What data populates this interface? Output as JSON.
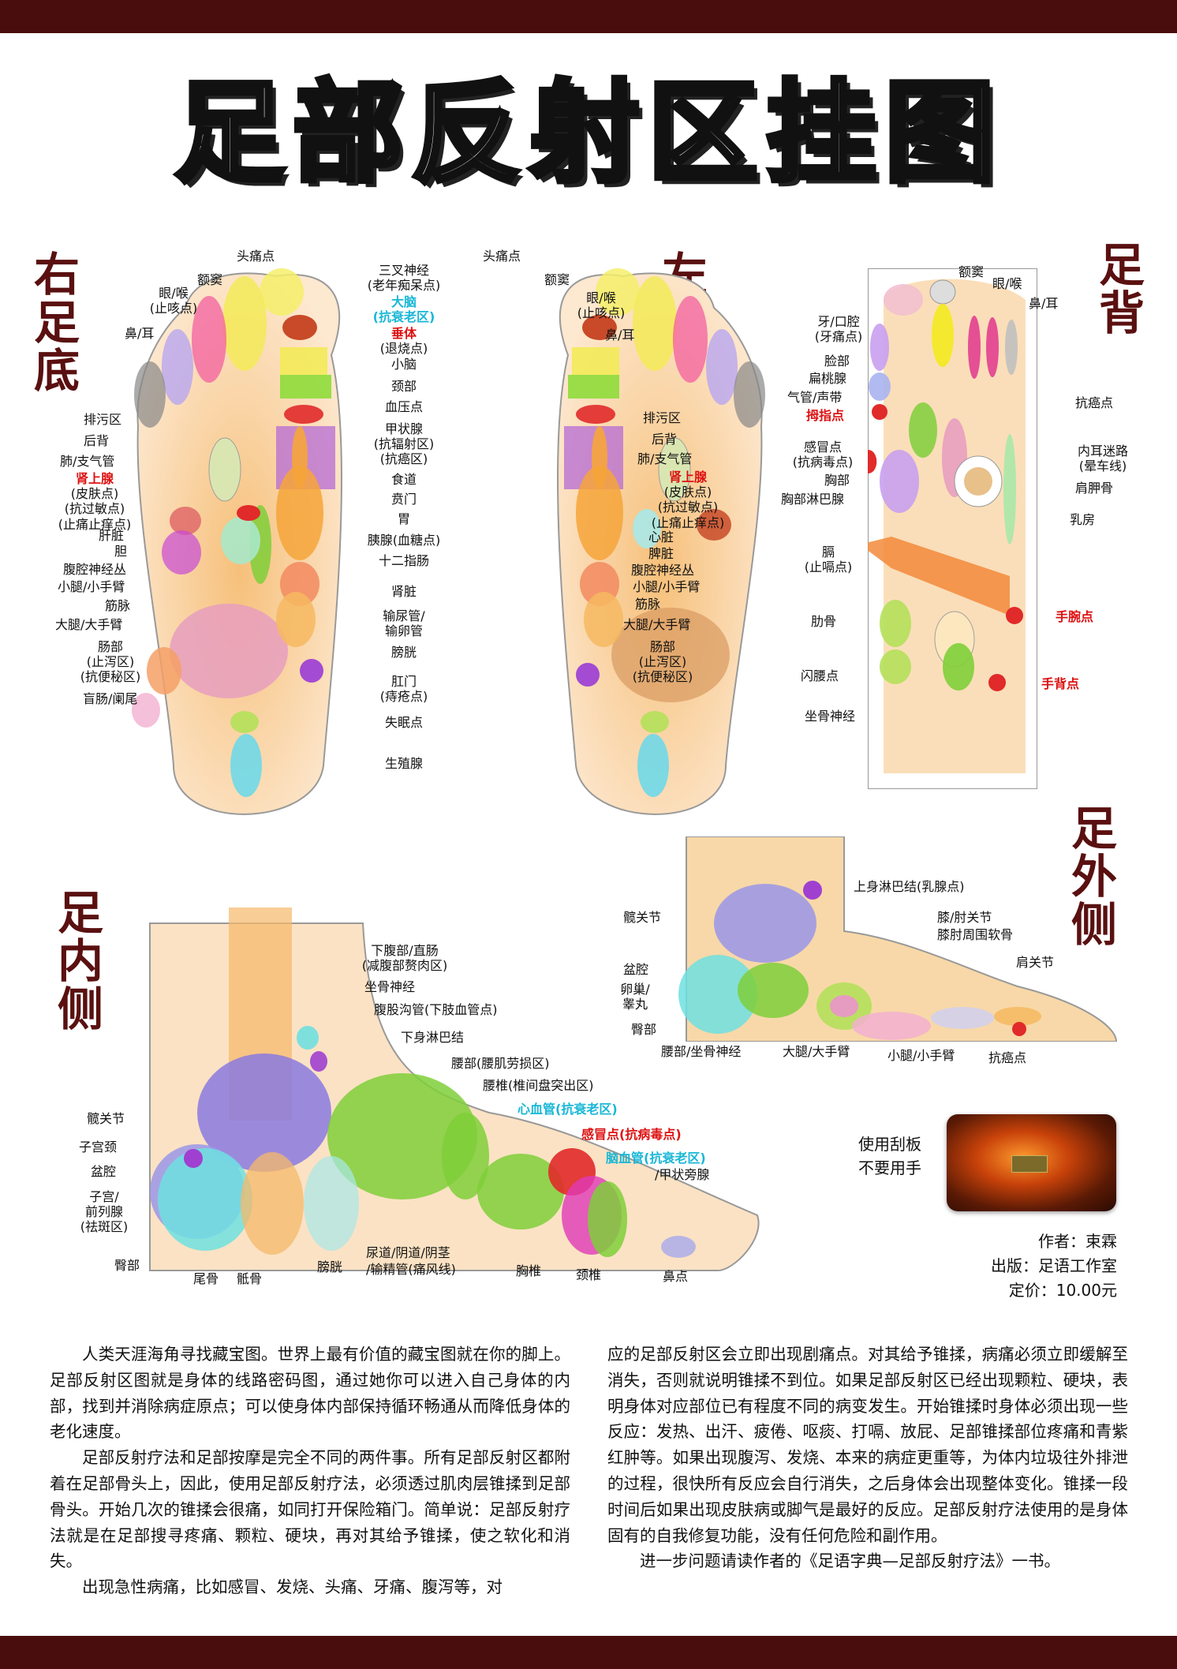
{
  "title": "足部反射区挂图",
  "sections": {
    "right_sole": "右足底",
    "left_sole": "左足底",
    "dorsum": "足背",
    "lateral": "足外侧",
    "medial": "足内侧"
  },
  "sole_center": [
    "三叉神经",
    "(老年痴呆点)",
    "大脑",
    "(抗衰老区)",
    "垂体",
    "(退烧点)",
    "小脑",
    "颈部",
    "血压点",
    "甲状腺",
    "(抗辐射区)",
    "(抗癌区)",
    "食道",
    "贲门",
    "胃",
    "胰腺(血糖点)",
    "十二指肠",
    "肾脏",
    "输尿管/",
    "输卵管",
    "膀胱",
    "肛门",
    "(痔疮点)",
    "失眠点",
    "生殖腺"
  ],
  "right_sole": {
    "top": [
      "头痛点",
      "额窦",
      "眼/喉",
      "(止咳点)",
      "鼻/耳"
    ],
    "side": [
      "排污区",
      "后背",
      "肺/支气管",
      "肾上腺",
      "(皮肤点)",
      "(抗过敏点)",
      "(止痛止痒点)",
      "肝脏",
      "胆",
      "腹腔神经丛",
      "小腿/小手臂",
      "筋脉",
      "大腿/大手臂",
      "肠部",
      "(止泻区)",
      "(抗便秘区)",
      "盲肠/阑尾"
    ]
  },
  "left_sole": {
    "top": [
      "头痛点",
      "额窦",
      "眼/喉",
      "(止咳点)",
      "鼻/耳"
    ],
    "side": [
      "排污区",
      "后背",
      "肺/支气管",
      "肾上腺",
      "(皮肤点)",
      "(抗过敏点)",
      "(止痛止痒点)",
      "心脏",
      "脾脏",
      "腹腔神经丛",
      "小腿/小手臂",
      "筋脉",
      "大腿/大手臂",
      "肠部",
      "(止泻区)",
      "(抗便秘区)"
    ]
  },
  "dorsum": {
    "labels": [
      "额窦",
      "眼/喉",
      "鼻/耳",
      "牙/口腔",
      "(牙痛点)",
      "脸部",
      "扁桃腺",
      "气管/声带",
      "拇指点",
      "抗癌点",
      "感冒点",
      "(抗病毒点)",
      "内耳迷路",
      "(晕车线)",
      "胸部",
      "肩胛骨",
      "胸部淋巴腺",
      "乳房",
      "膈",
      "(止嗝点)",
      "手腕点",
      "肋骨",
      "闪腰点",
      "手背点",
      "坐骨神经"
    ]
  },
  "lateral": {
    "labels": [
      "上身淋巴结(乳腺点)",
      "髋关节",
      "膝/肘关节",
      "膝肘周围软骨",
      "肩关节",
      "盆腔",
      "卵巢/",
      "睾丸",
      "臀部",
      "腰部/坐骨神经",
      "大腿/大手臂",
      "小腿/小手臂",
      "抗癌点"
    ]
  },
  "medial": {
    "labels": [
      "下腹部/直肠",
      "(减腹部赘肉区)",
      "坐骨神经",
      "腹股沟管(下肢血管点)",
      "下身淋巴结",
      "腰部(腰肌劳损区)",
      "腰椎(椎间盘突出区)",
      "心血管(抗衰老区)",
      "感冒点(抗病毒点)",
      "脑血管(抗衰老区)",
      "/甲状旁腺",
      "髋关节",
      "子宫颈",
      "盆腔",
      "子宫/",
      "前列腺",
      "(祛斑区)",
      "臀部",
      "尾骨",
      "骶骨",
      "膀胱",
      "尿道/阴道/阴茎",
      "/输精管(痛风线)",
      "胸椎",
      "颈椎",
      "鼻点"
    ]
  },
  "tool_note": [
    "使用刮板",
    "不要用手"
  ],
  "credits": {
    "author": "作者：束霖",
    "publisher": "出版：足语工作室",
    "price": "定价：10.00元"
  },
  "body_left": [
    "人类天涯海角寻找藏宝图。世界上最有价值的藏宝图就在你的脚上。足部反射区图就是身体的线路密码图，通过她你可以进入自己身体的内部，找到并消除病症原点；可以使身体内部保持循环畅通从而降低身体的老化速度。",
    "足部反射疗法和足部按摩是完全不同的两件事。所有足部反射区都附着在足部骨头上，因此，使用足部反射疗法，必须透过肌肉层锥揉到足部骨头。开始几次的锥揉会很痛，如同打开保险箱门。简单说：足部反射疗法就是在足部搜寻疼痛、颗粒、硬块，再对其给予锥揉，使之软化和消失。",
    "出现急性病痛，比如感冒、发烧、头痛、牙痛、腹泻等，对"
  ],
  "body_right": [
    "应的足部反射区会立即出现剧痛点。对其给予锥揉，病痛必须立即缓解至消失，否则就说明锥揉不到位。如果足部反射区已经出现颗粒、硬块，表明身体对应部位已有程度不同的病变发生。开始锥揉时身体必须出现一些反应：发热、出汗、疲倦、呕痰、打嗝、放屁、足部锥揉部位疼痛和青紫红肿等。如果出现腹泻、发烧、本来的病症更重等，为体内垃圾往外排泄的过程，很快所有反应会自行消失，之后身体会出现整体变化。锥揉一段时间后如果出现皮肤病或脚气是最好的反应。足部反射疗法使用的是身体固有的自我修复功能，没有任何危险和副作用。",
    "进一步问题请读作者的《足语字典—足部反射疗法》一书。"
  ]
}
